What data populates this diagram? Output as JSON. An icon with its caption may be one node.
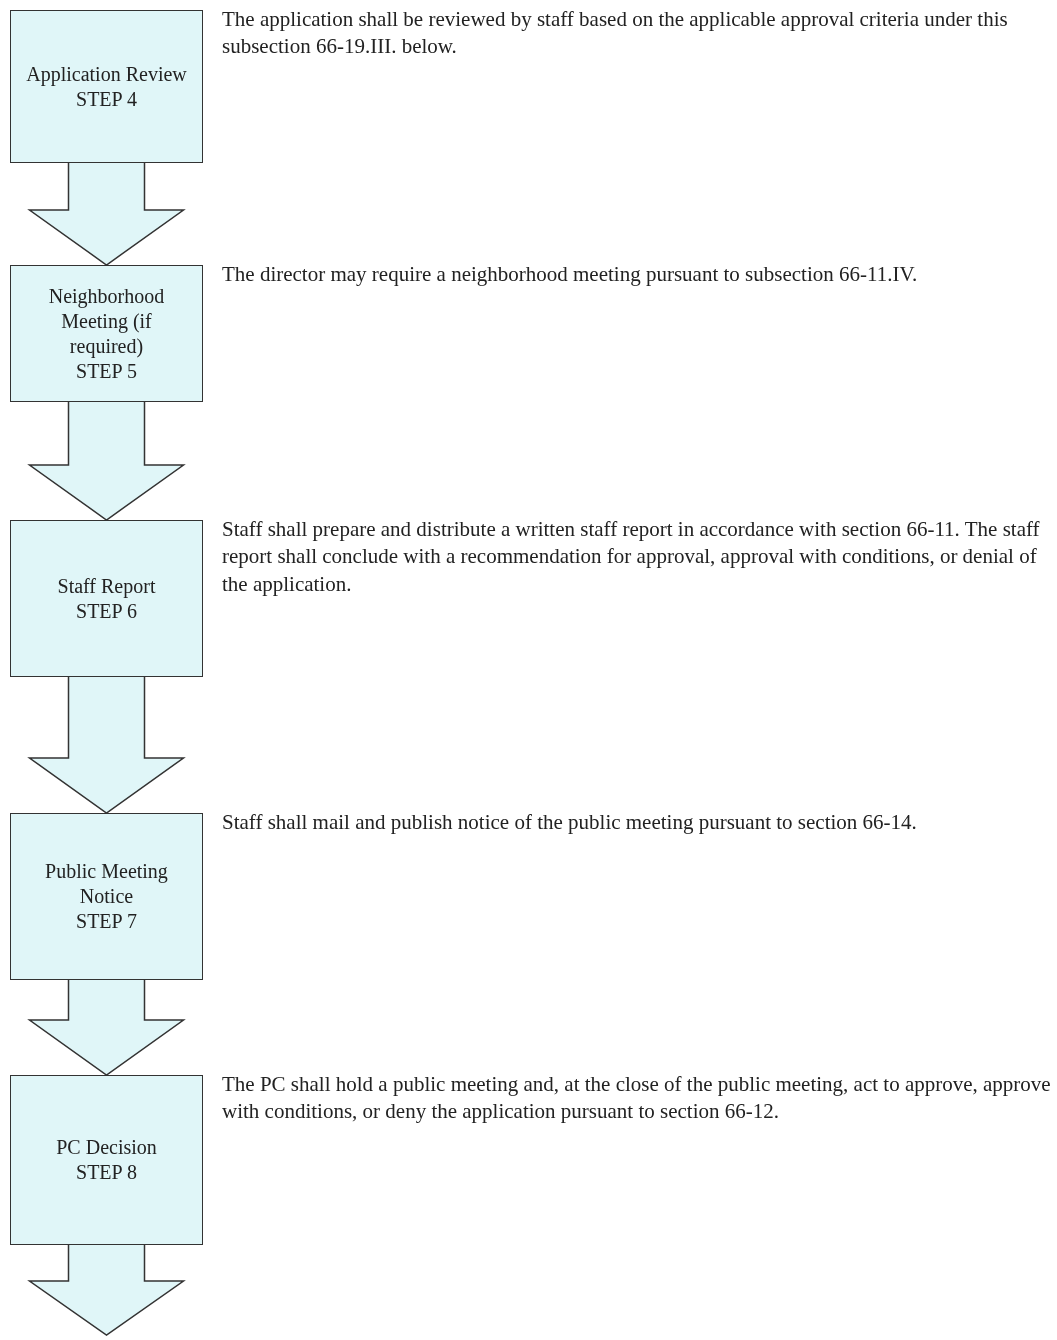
{
  "diagram": {
    "nodes": [
      {
        "text": [
          "Application Review",
          "STEP 4"
        ],
        "beside": [
          "The application shall be reviewed by staff based on the applicable approval criteria under this subsection 66-19.III. below."
        ]
      },
      {
        "text": [
          "Neighborhood Meeting (if required)",
          "STEP 5"
        ],
        "beside": [
          "The director may require a neighborhood meeting pursuant to subsection 66-11.IV."
        ]
      },
      {
        "text": [
          "Staff Report",
          "STEP 6"
        ],
        "beside": [
          "Staff shall prepare and distribute a written staff report in accordance with section 66-11.  The staff report shall conclude with a recommendation for approval, approval with conditions, or denial of the application."
        ]
      },
      {
        "text": [
          "Public Meeting Notice",
          "STEP 7"
        ],
        "beside": [
          "Staff shall mail and publish notice of the public meeting pursuant to section 66-14."
        ]
      },
      {
        "text": [
          "PC Decision",
          "STEP 8"
        ],
        "beside": [
          "The PC shall hold a public meeting and, at the close of the public meeting, act to approve, approve with conditions, or deny the application pursuant to section 66-12."
        ]
      }
    ],
    "edges": [
      {
        "from": 0,
        "to": 1,
        "arrow": "to"
      },
      {
        "from": 1,
        "to": 2,
        "arrow": "to"
      },
      {
        "from": 2,
        "to": 3,
        "arrow": "to"
      },
      {
        "from": 3,
        "to": 4,
        "arrow": "to"
      },
      {
        "from": 4,
        "to": null,
        "arrow": "to"
      }
    ]
  }
}
